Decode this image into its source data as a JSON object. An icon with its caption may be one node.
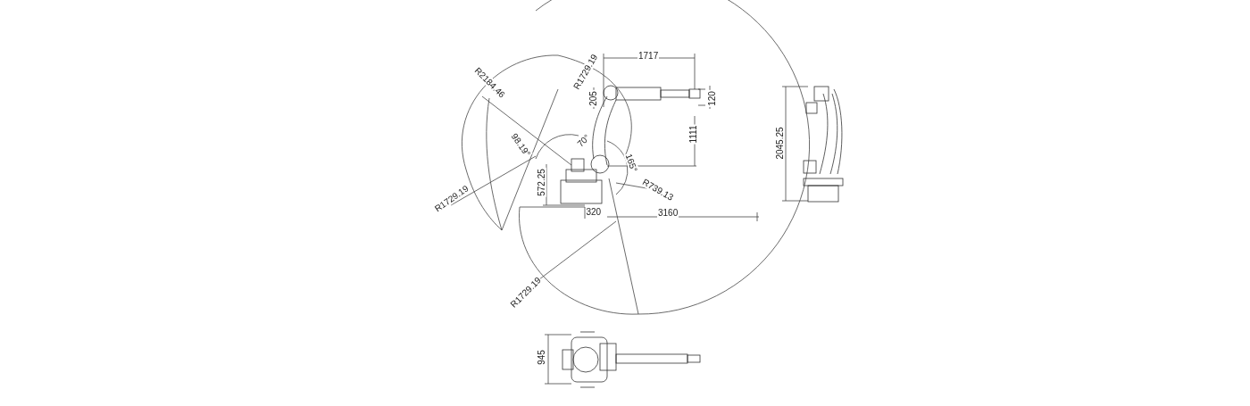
{
  "diagram": {
    "labels": [
      "R2184.46",
      "R1729.19",
      "1717",
      "205",
      "120",
      "1111",
      "98.19°",
      "70°",
      "165°",
      "R1729.19",
      "572.25",
      "R739.13",
      "320",
      "3160",
      "R1729.19",
      "2045.25",
      "945"
    ]
  }
}
